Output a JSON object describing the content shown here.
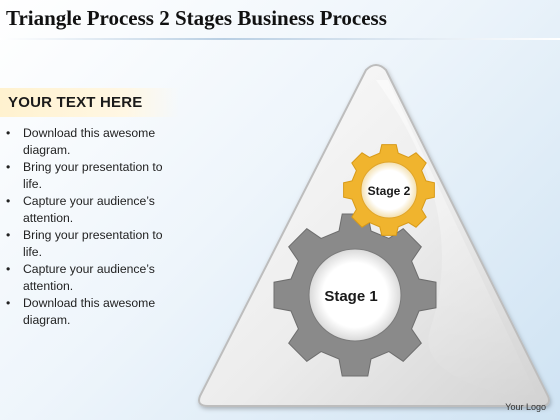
{
  "title": "Triangle Process 2 Stages Business Process",
  "panel": {
    "heading": "YOUR TEXT HERE",
    "bullet_symbol": "•",
    "bullets": [
      "Download this awesome diagram.",
      "Bring your presentation to life.",
      "Capture your audience’s attention.",
      "Bring your presentation to life.",
      "Capture your audience’s attention.",
      "Download this awesome diagram."
    ]
  },
  "diagram": {
    "stages": [
      {
        "label": "Stage 1",
        "color": "#8a8a8a",
        "icon": "gear-icon"
      },
      {
        "label": "Stage 2",
        "color": "#f0b42e",
        "icon": "gear-icon"
      }
    ],
    "triangle_color": "#e9e9e9"
  },
  "footer": {
    "logo_text": "Your Logo"
  }
}
